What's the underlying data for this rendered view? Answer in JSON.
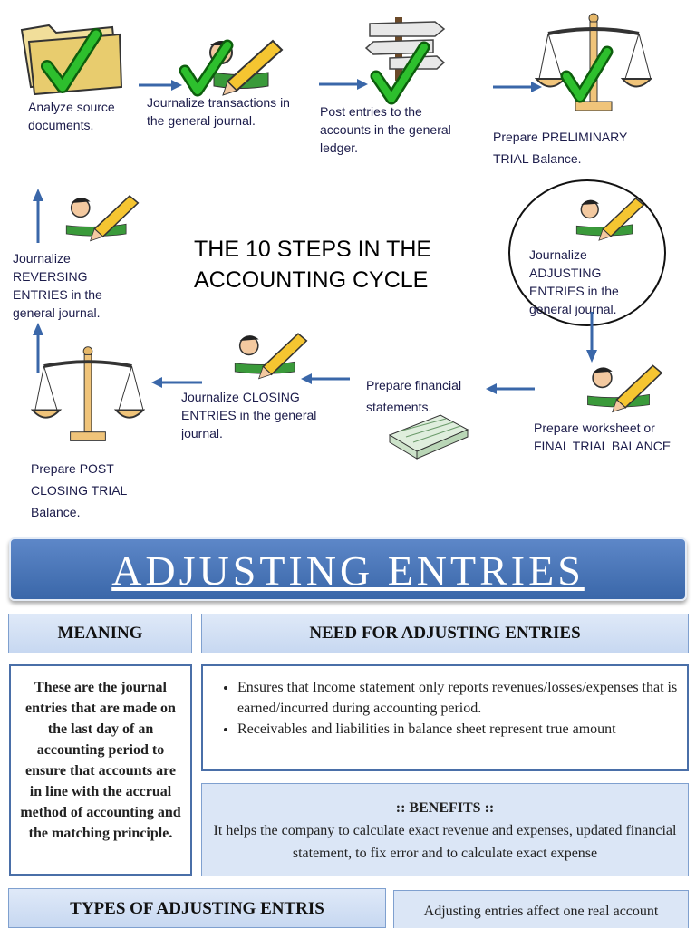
{
  "cycle": {
    "title_line1": "THE 10 STEPS IN THE",
    "title_line2": "ACCOUNTING CYCLE",
    "steps": [
      "Analyze source documents.",
      "Journalize transactions in the general journal.",
      "Post entries to the accounts in the general ledger.",
      "Prepare PRELIMINARY TRIAL Balance.",
      "Journalize ADJUSTING ENTRIES in the general journal.",
      "Prepare worksheet or FINAL TRIAL BALANCE",
      "Prepare financial statements.",
      "Journalize CLOSING ENTRIES in the general journal.",
      "Prepare POST CLOSING TRIAL Balance.",
      "Journalize REVERSING ENTRIES in the general journal."
    ]
  },
  "banner": {
    "title": "ADJUSTING ENTRIES"
  },
  "meaning": {
    "heading": "MEANING",
    "text": "These are the journal entries that are made on the last day of an accounting period to ensure that accounts are in line with the accrual method of accounting and the matching principle."
  },
  "need": {
    "heading": "NEED FOR ADJUSTING ENTRIES",
    "bullets": [
      "Ensures that Income statement only reports revenues/losses/expenses that is earned/incurred during accounting period.",
      "Receivables and liabilities in balance sheet represent true amount"
    ]
  },
  "benefits": {
    "heading": ":: BENEFITS ::",
    "text": "It helps the company to calculate exact revenue and expenses, updated financial statement, to fix error and to calculate exact expense"
  },
  "types": {
    "heading": "TYPES OF ADJUSTING ENTRIS"
  },
  "affect": {
    "text": "Adjusting entries affect one real account"
  },
  "colors": {
    "banner": "#3a67a9",
    "tab": "#c7d8f1",
    "step_text": "#1b1b4a",
    "check": "#22b022"
  }
}
